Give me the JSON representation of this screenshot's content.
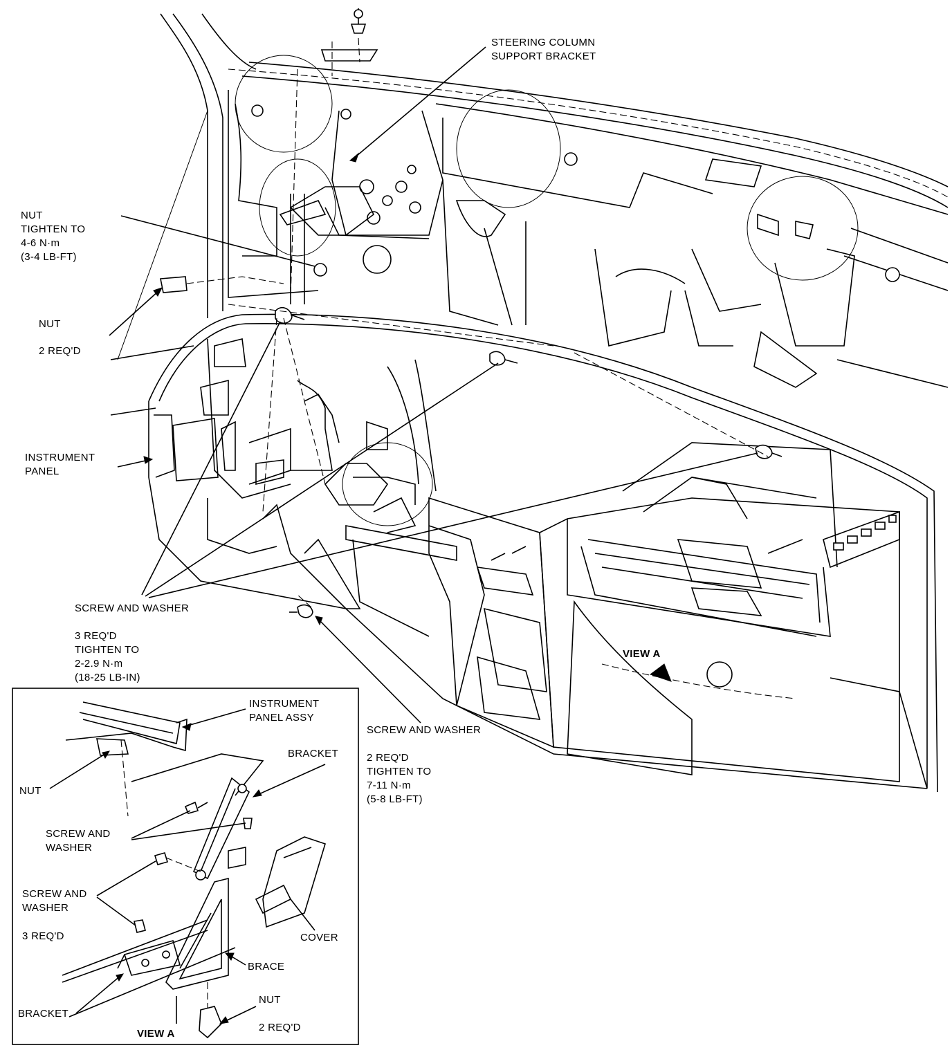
{
  "labels": {
    "steering_bracket": "STEERING COLUMN\nSUPPORT BRACKET",
    "nut_top": "NUT\nTIGHTEN TO\n4-6 N·m\n(3-4 LB-FT)",
    "nut_left": "NUT",
    "nut_left_req": "2 REQ'D",
    "instrument_panel": "INSTRUMENT\nPANEL",
    "screw_washer_main": "SCREW AND WASHER",
    "screw_washer_main_spec": "3 REQ'D\nTIGHTEN TO\n2-2.9 N·m\n(18-25 LB-IN)",
    "screw_washer_lower": "SCREW AND WASHER",
    "screw_washer_lower_spec": "2 REQ'D\nTIGHTEN TO\n7-11 N·m\n(5-8 LB-FT)",
    "view_a_main": "VIEW A"
  },
  "inset": {
    "instrument_panel_assy": "INSTRUMENT\nPANEL ASSY",
    "bracket_top": "BRACKET",
    "nut": "NUT",
    "screw_washer_1": "SCREW AND\nWASHER",
    "screw_washer_2": "SCREW AND\nWASHER",
    "req_3": "3 REQ'D",
    "cover": "COVER",
    "brace": "BRACE",
    "bracket_bottom": "BRACKET",
    "nut_bottom": "NUT",
    "req_2": "2 REQ'D",
    "view_a": "VIEW A"
  }
}
